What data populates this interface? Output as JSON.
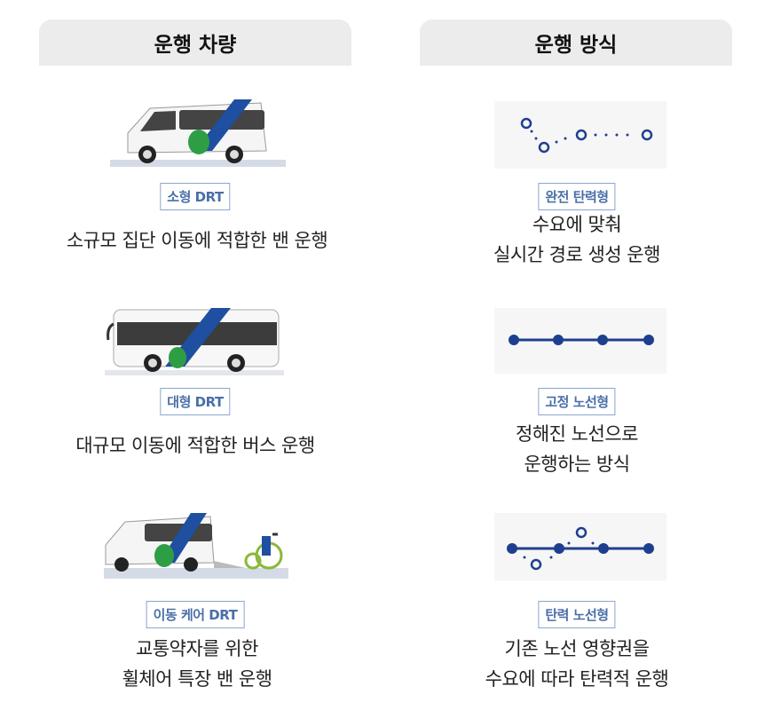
{
  "headers": {
    "vehicles": "운행 차량",
    "methods": "운행 방식"
  },
  "vehicles": [
    {
      "badge": "소형 DRT",
      "desc": [
        "소규모 집단 이동에 적합한 밴 운행"
      ],
      "icon": "small-van-image"
    },
    {
      "badge": "대형 DRT",
      "desc": [
        "대규모 이동에 적합한 버스 운행"
      ],
      "icon": "large-bus-image"
    },
    {
      "badge": "이동 케어 DRT",
      "desc": [
        "교통약자를 위한",
        "휠체어 특장 밴 운행"
      ],
      "icon": "wheelchair-van-image"
    }
  ],
  "methods": [
    {
      "badge": "완전 탄력형",
      "desc": [
        "수요에 맞춰",
        "실시간 경로 생성 운행"
      ],
      "icon": "flexible-route-image"
    },
    {
      "badge": "고정 노선형",
      "desc": [
        "정해진 노선으로",
        "운행하는 방식"
      ],
      "icon": "fixed-route-image"
    },
    {
      "badge": "탄력 노선형",
      "desc": [
        "기존 노선 영향권을",
        "수요에 따라 탄력적 운행"
      ],
      "icon": "semi-flexible-route-image"
    }
  ],
  "colors": {
    "accent": "#1e3f8f",
    "badge_border": "#8aa6cf",
    "badge_text": "#4a6fa8",
    "header_bg": "#ececec",
    "green": "#2e9e45"
  }
}
